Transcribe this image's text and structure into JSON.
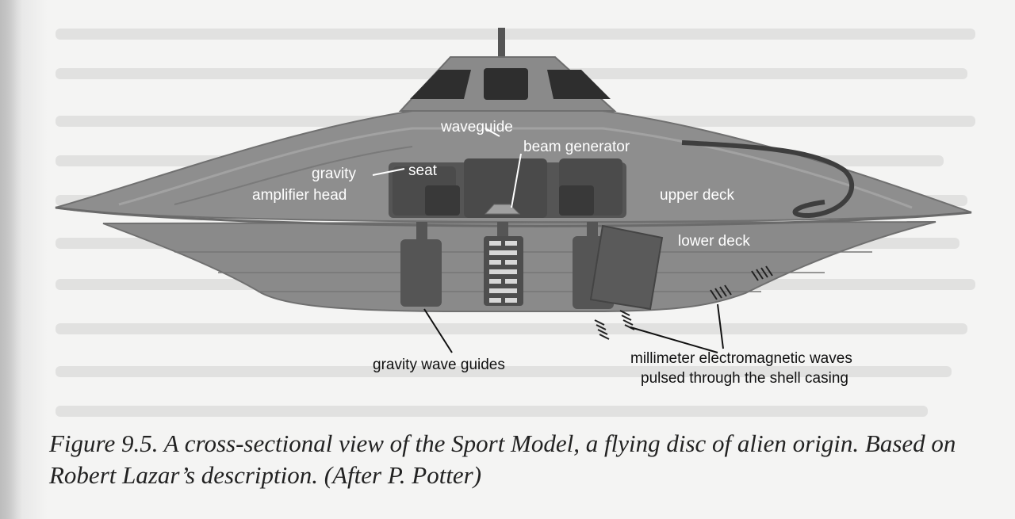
{
  "figure": {
    "labels": {
      "waveguide": "waveguide",
      "beam_generator": "beam generator",
      "gravity": "gravity",
      "amplifier_head": "amplifier head",
      "seat": "seat",
      "upper_deck": "upper deck",
      "lower_deck": "lower deck",
      "gravity_wave_guides": "gravity wave guides",
      "mm_waves_line1": "millimeter electromagnetic waves",
      "mm_waves_line2": "pulsed through the shell casing"
    },
    "caption": "Figure 9.5. A cross-sectional view of the Sport Model, a flying disc of alien origin. Based on Robert Lazar’s description. (After P. Potter)"
  },
  "colors": {
    "hull": "#8c8c8c",
    "hull_dark": "#5f5f5f",
    "equipment": "#4a4a4a",
    "window": "#2e2e2e",
    "page": "#f4f4f3"
  }
}
